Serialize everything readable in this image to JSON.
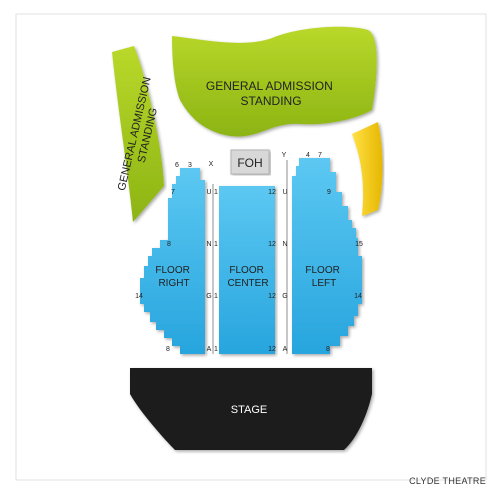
{
  "venue_name": "CLYDE THEATRE",
  "sections": {
    "ga_top": "GENERAL ADMISSION\nSTANDING",
    "ga_left": "GENERAL ADMISSION\nSTANDING",
    "foh": "FOH",
    "floor_right": "FLOOR\nRIGHT",
    "floor_center": "FLOOR\nCENTER",
    "floor_left": "FLOOR\nLEFT",
    "stage": "STAGE"
  },
  "row_labels": {
    "top": [
      "X",
      "Y"
    ],
    "right_block_seats": [
      "6",
      "3",
      "7",
      "8",
      "14",
      "8"
    ],
    "left_block_seats": [
      "4",
      "7",
      "9",
      "15",
      "14",
      "8"
    ],
    "aisle_rows_left": [
      "U",
      "N",
      "G",
      "A"
    ],
    "aisle_rows_right": [
      "U",
      "N",
      "G",
      "A"
    ],
    "center_seats": [
      "1",
      "12",
      "1",
      "12",
      "1",
      "12",
      "1",
      "12"
    ]
  },
  "colors": {
    "ga": "#a6c81c",
    "ga_dark": "#7ea00d",
    "floor": "#33b5ec",
    "floor_dark": "#1b8ec2",
    "side_yellow": "#f7d21a",
    "stage": "#1a1a1a",
    "foh": "#d8d8d8"
  }
}
